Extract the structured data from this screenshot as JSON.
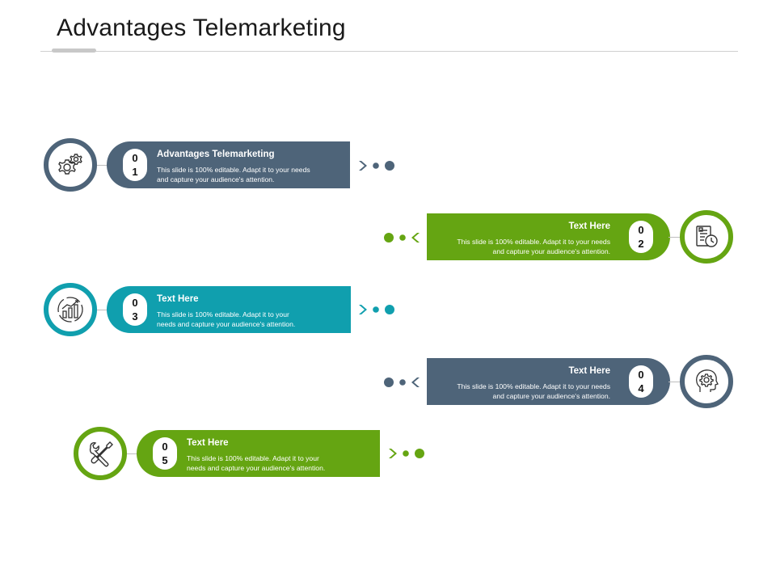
{
  "slide": {
    "title": "Advantages Telemarketing"
  },
  "colors": {
    "slate": "#4e6479",
    "green": "#65a512",
    "teal": "#109fae"
  },
  "items": [
    {
      "number_d1": "0",
      "number_d2": "1",
      "title": "Advantages Telemarketing",
      "text_line1": "This slide is 100% editable. Adapt it to your needs",
      "text_line2": "and capture your audience's attention.",
      "icon": "gear-icon",
      "color": "slate"
    },
    {
      "number_d1": "0",
      "number_d2": "2",
      "title": "Text Here",
      "text_line1": "This slide is 100% editable. Adapt it to your needs",
      "text_line2": "and capture your audience's attention.",
      "icon": "document-clock-icon",
      "color": "green"
    },
    {
      "number_d1": "0",
      "number_d2": "3",
      "title": "Text Here",
      "text_line1": "This slide is 100% editable. Adapt it to your",
      "text_line2": "needs and capture your audience's attention.",
      "icon": "growth-chart-icon",
      "color": "teal"
    },
    {
      "number_d1": "0",
      "number_d2": "4",
      "title": "Text Here",
      "text_line1": "This slide is 100% editable. Adapt it to your needs",
      "text_line2": "and capture your audience's attention.",
      "icon": "head-gear-icon",
      "color": "slate"
    },
    {
      "number_d1": "0",
      "number_d2": "5",
      "title": "Text Here",
      "text_line1": "This slide is 100% editable. Adapt it to your",
      "text_line2": "needs and capture your audience's attention.",
      "icon": "tools-icon",
      "color": "green"
    }
  ]
}
